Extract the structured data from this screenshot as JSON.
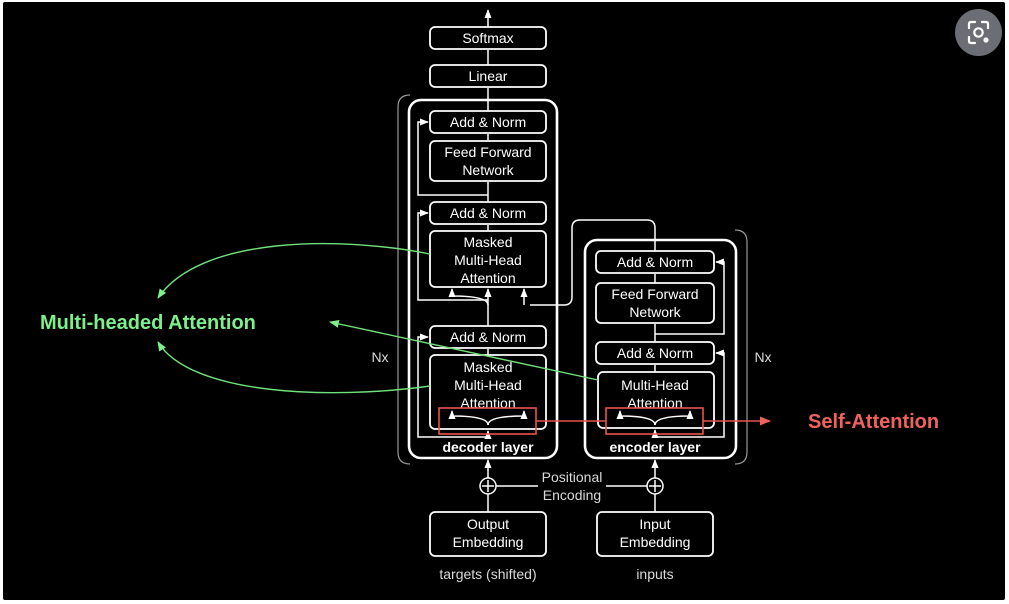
{
  "labels": {
    "softmax": "Softmax",
    "linear": "Linear",
    "add_norm": "Add & Norm",
    "feed_forward_1": "Feed Forward",
    "feed_forward_2": "Network",
    "masked": "Masked",
    "multi_head": "Multi-Head",
    "attention": "Attention",
    "decoder_layer": "decoder layer",
    "encoder_layer": "encoder layer",
    "nx": "Nx",
    "positional_1": "Positional",
    "positional_2": "Encoding",
    "output_embedding_1": "Output",
    "output_embedding_2": "Embedding",
    "input_embedding_1": "Input",
    "input_embedding_2": "Embedding",
    "targets": "targets (shifted)",
    "inputs": "inputs"
  },
  "annotations": {
    "multi_headed": "Multi-headed Attention",
    "self_attention": "Self-Attention"
  },
  "colors": {
    "background": "#000000",
    "diagram_line": "#ffffff",
    "multi_headed_accent": "#7cf08a",
    "self_attention_accent": "#f0625d"
  },
  "icons": {
    "lens_button": "lens-icon"
  }
}
